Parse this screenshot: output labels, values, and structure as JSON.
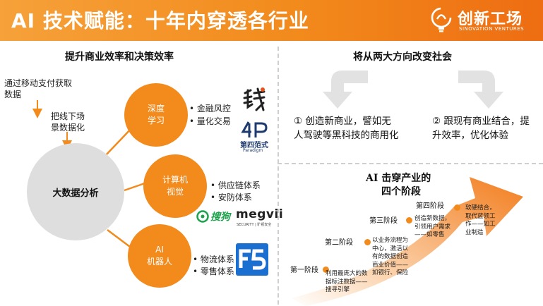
{
  "header": {
    "title": "AI 技术赋能：十年内穿透各行业",
    "logo_cn": "创新工场",
    "logo_en": "SINOVATION VENTURES"
  },
  "left": {
    "heading": "提升商业效率和决策效率",
    "note_mobile": "通过移动支付获取数据",
    "note_offline": "把线下场景数据化",
    "center": "大数据分析",
    "nodes": [
      {
        "label": "深度\n学习",
        "label_lines": [
          "深度",
          "学习"
        ],
        "bullets": [
          "金融风控",
          "量化交易"
        ]
      },
      {
        "label": "计算机\n视觉",
        "label_lines": [
          "计算机",
          "视觉"
        ],
        "bullets": [
          "供应链体系",
          "安防体系"
        ]
      },
      {
        "label": "AI\n机器人",
        "label_lines": [
          "AI",
          "机器人"
        ],
        "bullets": [
          "物流体系",
          "零售体系"
        ]
      }
    ],
    "logos": {
      "paradigm_cn": "第四范式",
      "paradigm_en": "Paradigm",
      "sougou": "搜狗",
      "megvii": "megvii",
      "megvii_sub": "SECURITY",
      "megvii_sub_cn": "旷视安全"
    }
  },
  "right_top": {
    "heading": "将从两大方向改变社会",
    "dir1": "① 创造新商业，譬如无人驾驶等黑科技的商用化",
    "dir2": "② 跟现有商业结合，提升效率，优化体验"
  },
  "right_bottom": {
    "heading_line1": "AI 击穿产业的",
    "heading_line2": "四个阶段",
    "stages": [
      {
        "name": "第一阶段",
        "desc": "利用最庞大的数据标注数据——搜寻引擎"
      },
      {
        "name": "第二阶段",
        "desc": "以业务流程为中心，激活以有的数据创造商业价值——如银行、保险"
      },
      {
        "name": "第三阶段",
        "desc": "创造新数据，引领用户需求——如零售"
      },
      {
        "name": "第四阶段",
        "desc": "软硬结合，取代蓝领工作——如工业制造"
      }
    ]
  },
  "colors": {
    "orange": "#f28a1c",
    "circle_grey": "#dedede",
    "divider": "#cfcfcf"
  },
  "icons": [
    "bulb-logo-icon",
    "arrow-down-left-icon",
    "arrow-down-right-icon",
    "stage-arrow-icon"
  ]
}
